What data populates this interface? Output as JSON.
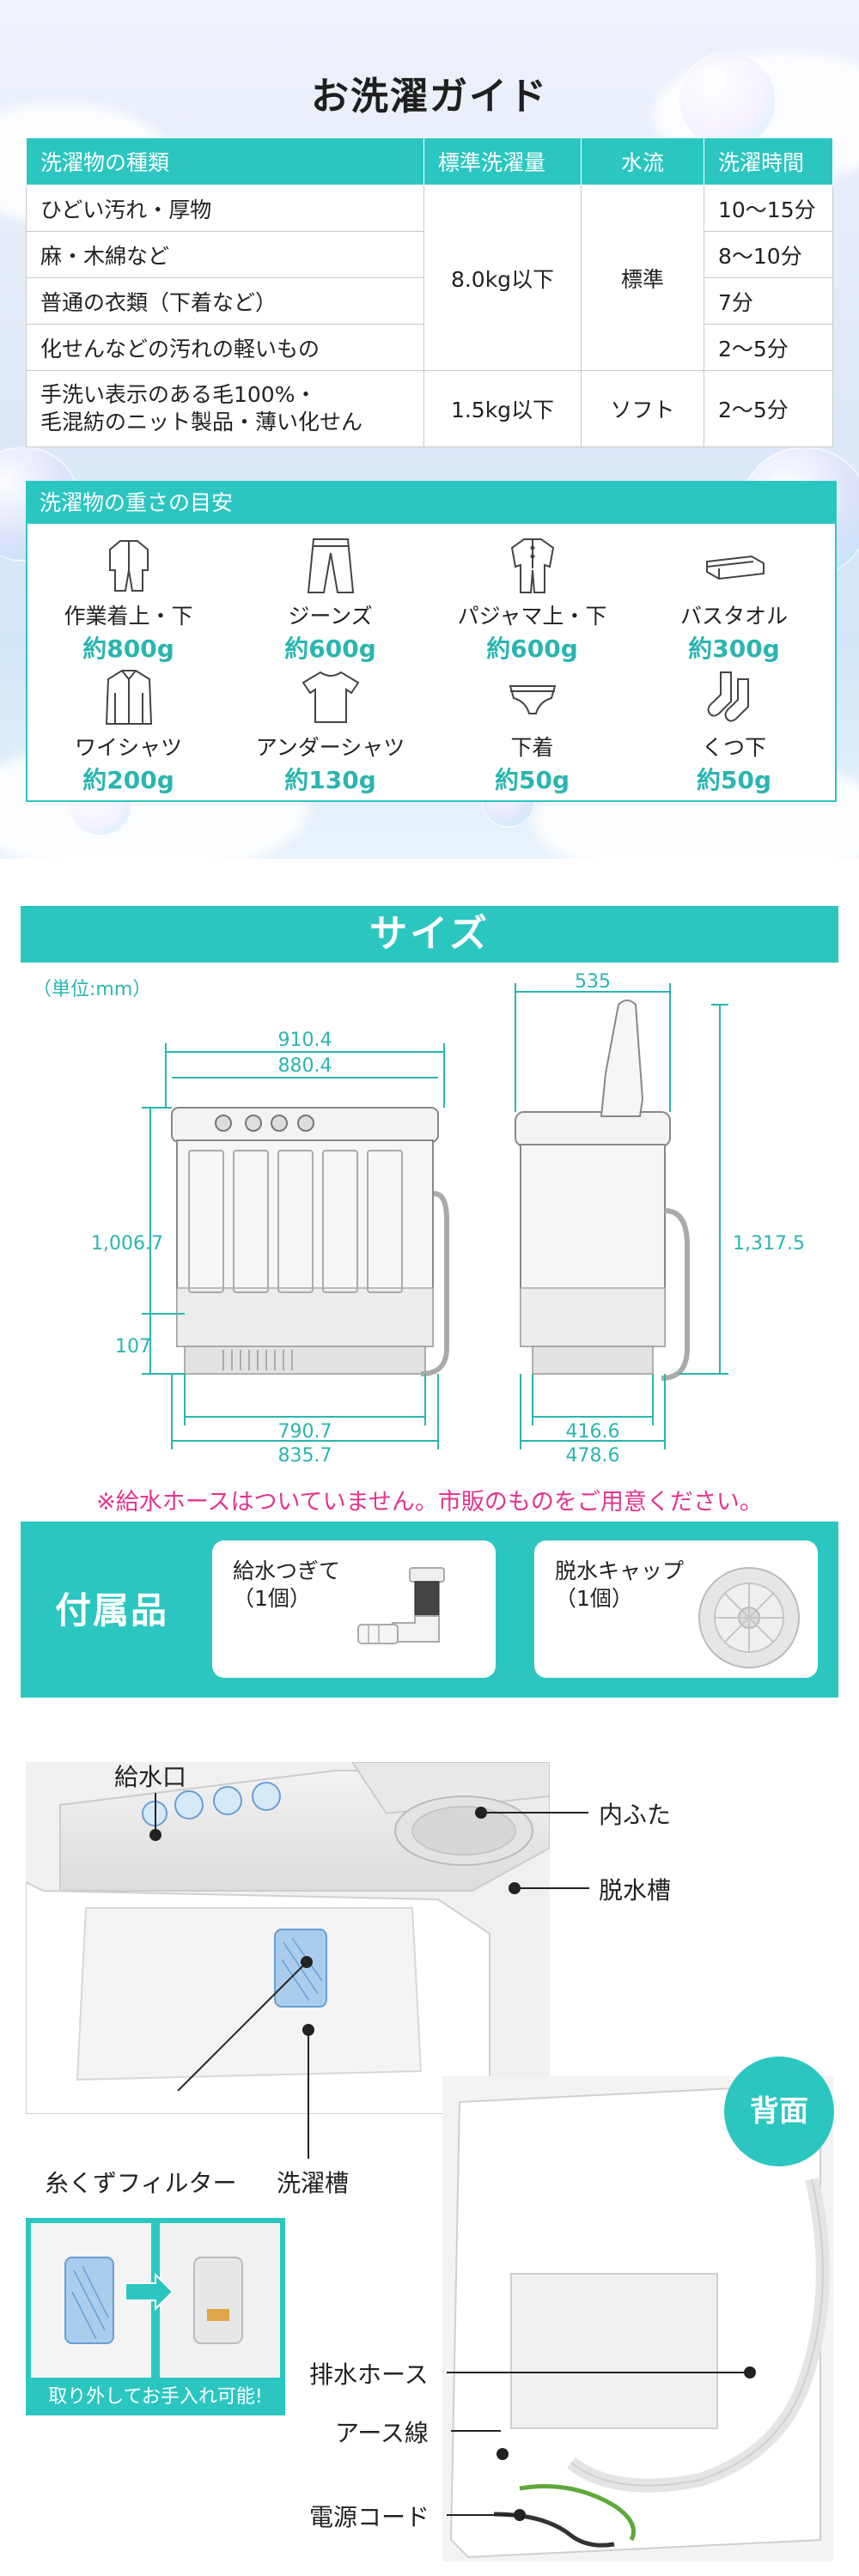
{
  "guide": {
    "title": "お洗濯ガイド",
    "table": {
      "headers": [
        "洗濯物の種類",
        "標準洗濯量",
        "水流",
        "洗濯時間"
      ],
      "rows": [
        {
          "type": "ひどい汚れ・厚物",
          "time": "10〜15分"
        },
        {
          "type": "麻・木綿など",
          "time": "8〜10分"
        },
        {
          "type": "普通の衣類（下着など）",
          "time": "7分"
        },
        {
          "type": "化せんなどの汚れの軽いもの",
          "time": "2〜5分"
        }
      ],
      "standard_amount": "8.0kg以下",
      "standard_flow": "標準",
      "soft_row": {
        "type_line1": "手洗い表示のある毛100%・",
        "type_line2": "毛混紡のニット製品・薄い化せん",
        "amount": "1.5kg以下",
        "flow": "ソフト",
        "time": "2〜5分"
      }
    },
    "weights": {
      "title": "洗濯物の重さの目安",
      "items": [
        {
          "name": "作業着上・下",
          "weight": "約800g",
          "icon": "work-clothes-icon"
        },
        {
          "name": "ジーンズ",
          "weight": "約600g",
          "icon": "jeans-icon"
        },
        {
          "name": "パジャマ上・下",
          "weight": "約600g",
          "icon": "pajamas-icon"
        },
        {
          "name": "バスタオル",
          "weight": "約300g",
          "icon": "bath-towel-icon"
        },
        {
          "name": "ワイシャツ",
          "weight": "約200g",
          "icon": "dress-shirt-icon"
        },
        {
          "name": "アンダーシャツ",
          "weight": "約130g",
          "icon": "undershirt-icon"
        },
        {
          "name": "下着",
          "weight": "約50g",
          "icon": "underwear-icon"
        },
        {
          "name": "くつ下",
          "weight": "約50g",
          "icon": "socks-icon"
        }
      ]
    }
  },
  "size": {
    "title": "サイズ",
    "unit": "（単位:mm）",
    "front": {
      "w_total": "910.4",
      "w_body": "880.4",
      "h_total": "1,006.7",
      "h_base": "107",
      "w_base_inner": "790.7",
      "w_base_outer": "835.7"
    },
    "side": {
      "depth_top": "535",
      "h_lid": "1,317.5",
      "d_base_inner": "416.6",
      "d_base_outer": "478.6"
    },
    "notice": "※給水ホースはついていません。市販のものをご用意ください。"
  },
  "accessories": {
    "title": "付属品",
    "items": [
      {
        "line1": "給水つぎて",
        "line2": "（1個）",
        "icon": "water-joint-icon"
      },
      {
        "line1": "脱水キャップ",
        "line2": "（1個）",
        "icon": "spin-cap-icon"
      }
    ]
  },
  "parts": {
    "inlet": "給水口",
    "inner_lid": "内ふた",
    "spin_tub": "脱水槽",
    "lint_filter": "糸くずフィルター",
    "wash_tub": "洗濯槽",
    "filter_note": "取り外してお手入れ可能!",
    "back_badge": "背面",
    "drain_hose": "排水ホース",
    "ground_wire": "アース線",
    "power_cord": "電源コード"
  },
  "colors": {
    "accent": "#2cc6c1",
    "dimension": "#2ab5b0",
    "notice": "#e4348c"
  }
}
